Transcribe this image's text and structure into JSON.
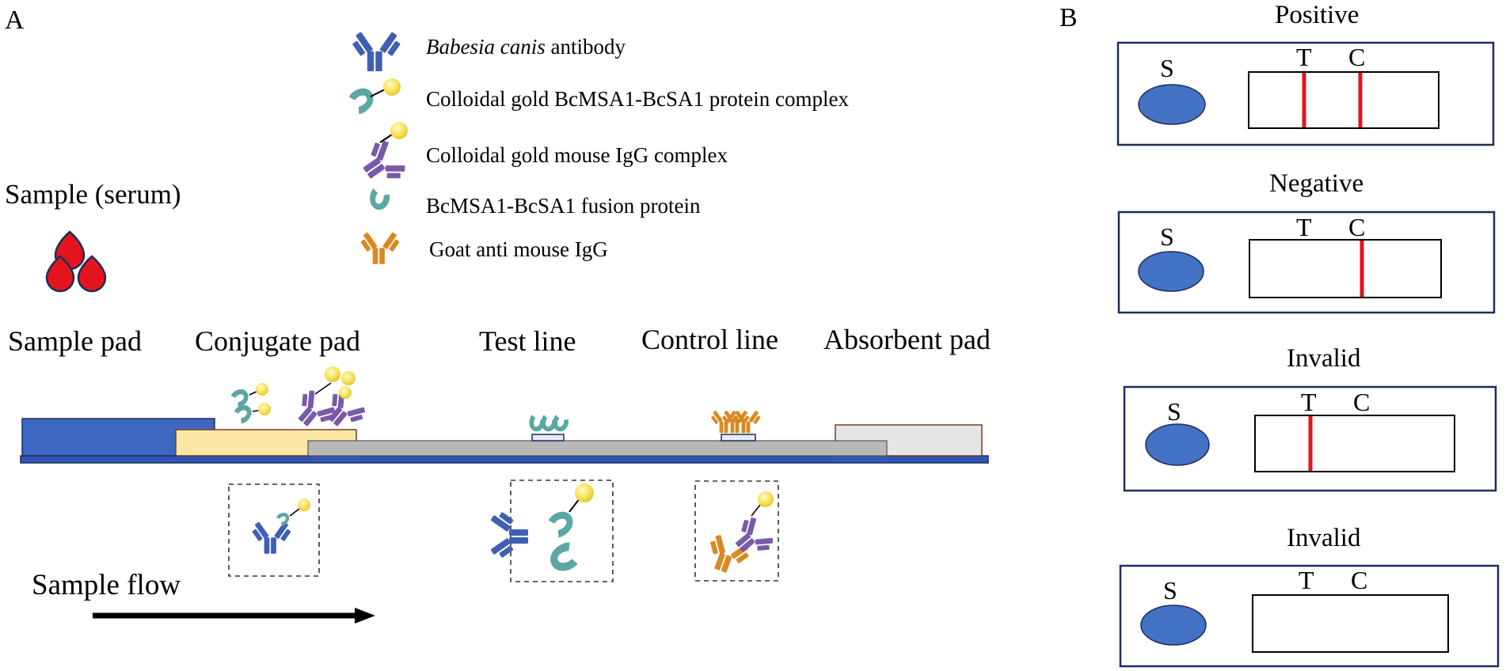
{
  "panel_a": {
    "label": "A",
    "sample": "Sample (serum)",
    "legend": {
      "antibody_italic": "Babesia canis",
      "antibody_rest": " antibody",
      "gold_protein": "Colloidal gold BcMSA1-BcSA1 protein complex",
      "gold_igg": "Colloidal gold mouse IgG complex",
      "fusion_protein": "BcMSA1-BcSA1 fusion protein",
      "goat_igg": "Goat anti mouse IgG"
    },
    "strip_labels": {
      "sample_pad": "Sample pad",
      "conjugate_pad": "Conjugate pad",
      "test_line": "Test line",
      "control_line": "Control line",
      "absorbent_pad": "Absorbent pad"
    },
    "flow": "Sample flow"
  },
  "panel_b": {
    "label": "B",
    "cassettes": [
      {
        "title": "Positive",
        "s": "S",
        "t": "T",
        "c": "C",
        "t_line": true,
        "c_line": true
      },
      {
        "title": "Negative",
        "s": "S",
        "t": "T",
        "c": "C",
        "t_line": false,
        "c_line": true
      },
      {
        "title": "Invalid",
        "s": "S",
        "t": "T",
        "c": "C",
        "t_line": true,
        "c_line": false
      },
      {
        "title": "Invalid",
        "s": "S",
        "t": "T",
        "c": "C",
        "t_line": false,
        "c_line": false
      }
    ]
  },
  "colors": {
    "antibody_blue": "#3f5fb5",
    "teal": "#5aa7a4",
    "gold": "#f2df4a",
    "purple": "#7a5aa8",
    "orange": "#d98a1f",
    "red": "#e4141d",
    "sample_pad": "#3c68c1",
    "conjugate_pad": "#fde7a6",
    "membrane": "#b9b9b9",
    "absorbent_pad": "#e6e6e6",
    "backing": "#2e56b5",
    "cassette_border": "#1f2d5a",
    "oval": "#4472c4"
  }
}
